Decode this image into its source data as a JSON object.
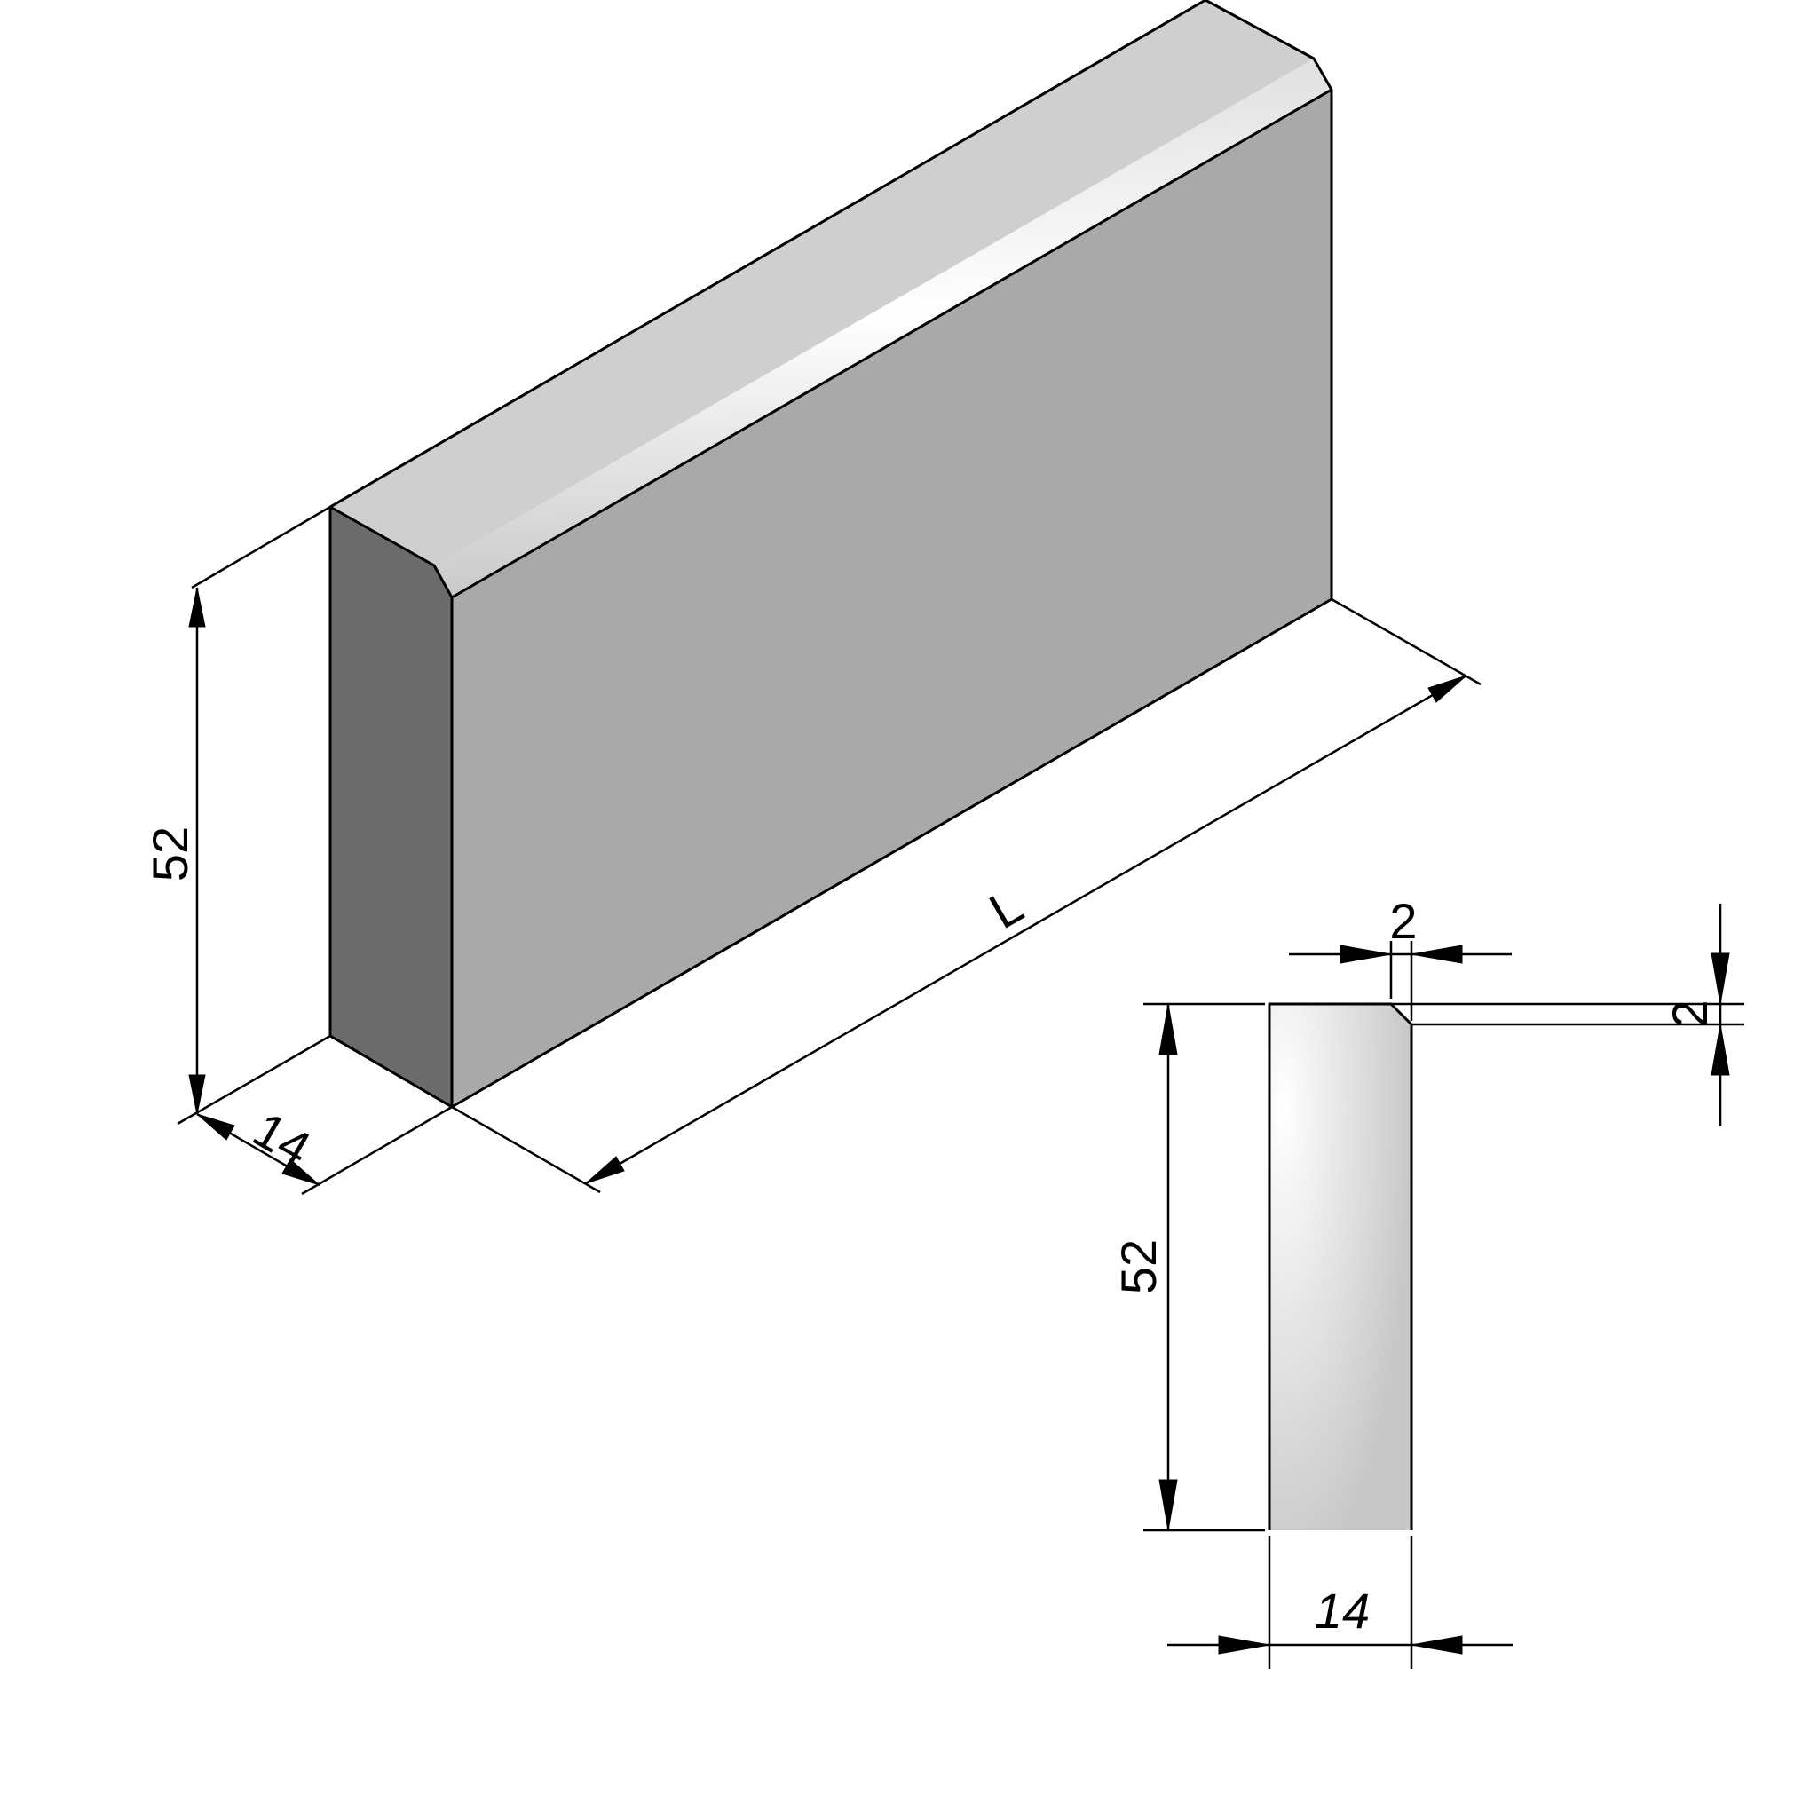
{
  "isometric": {
    "height_label": "52",
    "depth_label": "14",
    "length_label": "L"
  },
  "section": {
    "height_label": "52",
    "width_label": "14",
    "chamfer_width_label": "2",
    "chamfer_height_label": "2"
  },
  "colors": {
    "top_face": "#cfcfcf",
    "front_face": "#a9a9a9",
    "end_face": "#6b6b6b",
    "section_light": "#ffffff",
    "section_dark": "#c8c8c8"
  }
}
